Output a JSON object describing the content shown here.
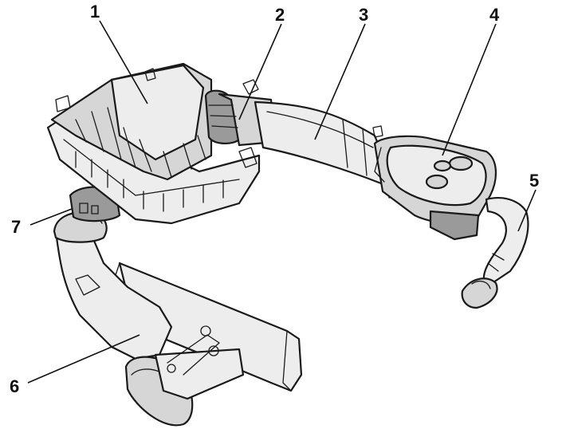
{
  "diagram": {
    "callouts": [
      {
        "id": "1",
        "label": "1"
      },
      {
        "id": "2",
        "label": "2"
      },
      {
        "id": "3",
        "label": "3"
      },
      {
        "id": "4",
        "label": "4"
      },
      {
        "id": "5",
        "label": "5"
      },
      {
        "id": "6",
        "label": "6"
      },
      {
        "id": "7",
        "label": "7"
      }
    ],
    "style": {
      "ink": "#1a1a1a",
      "background": "#ffffff"
    }
  }
}
